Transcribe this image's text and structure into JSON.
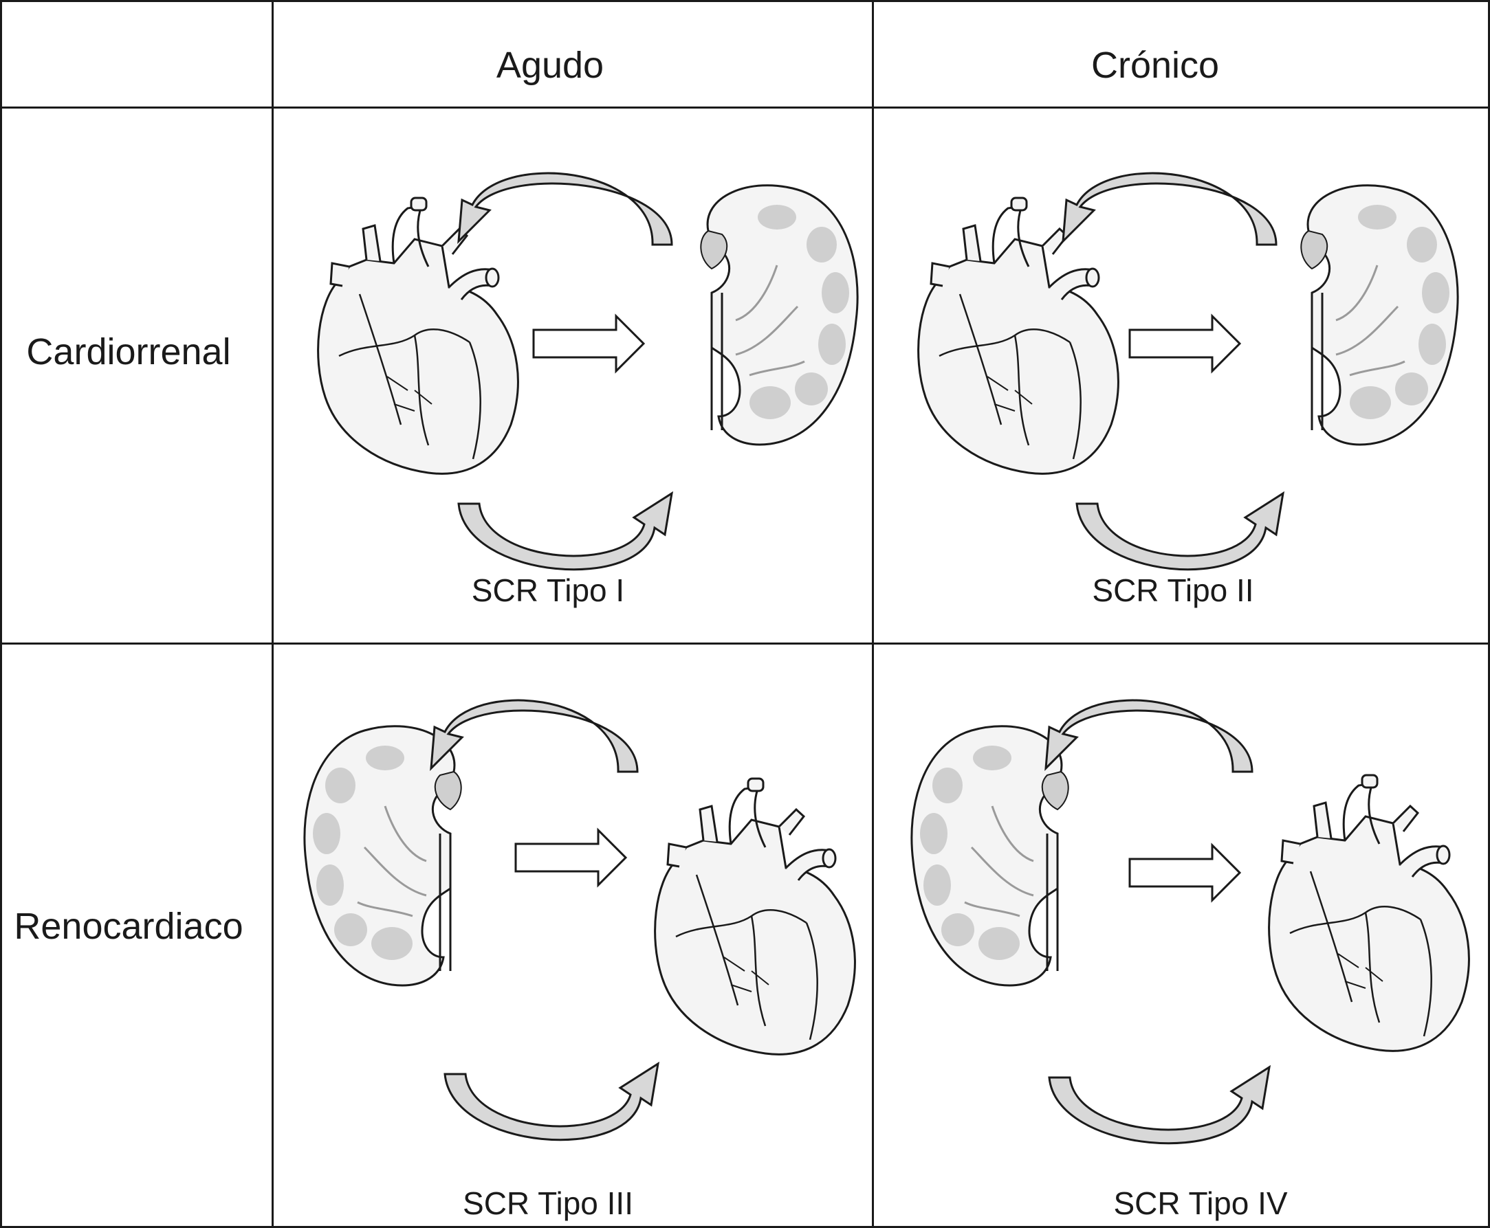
{
  "table": {
    "columns": [
      "Agudo",
      "Crónico"
    ],
    "rows": [
      "Cardiorrenal",
      "Renocardiaco"
    ]
  },
  "cells": [
    {
      "caption": "SCR Tipo I",
      "source_organ": "heart-icon",
      "target_organ": "kidney-icon"
    },
    {
      "caption": "SCR Tipo II",
      "source_organ": "heart-icon",
      "target_organ": "kidney-icon"
    },
    {
      "caption": "SCR Tipo III",
      "source_organ": "kidney-icon",
      "target_organ": "heart-icon"
    },
    {
      "caption": "SCR Tipo IV",
      "source_organ": "kidney-icon",
      "target_organ": "heart-icon"
    }
  ],
  "colors": {
    "line": "#1a1a1a",
    "arrow_fill": "#d8d8d8",
    "organ_fill": "#f4f4f4",
    "organ_shade": "#cfcfcf"
  }
}
